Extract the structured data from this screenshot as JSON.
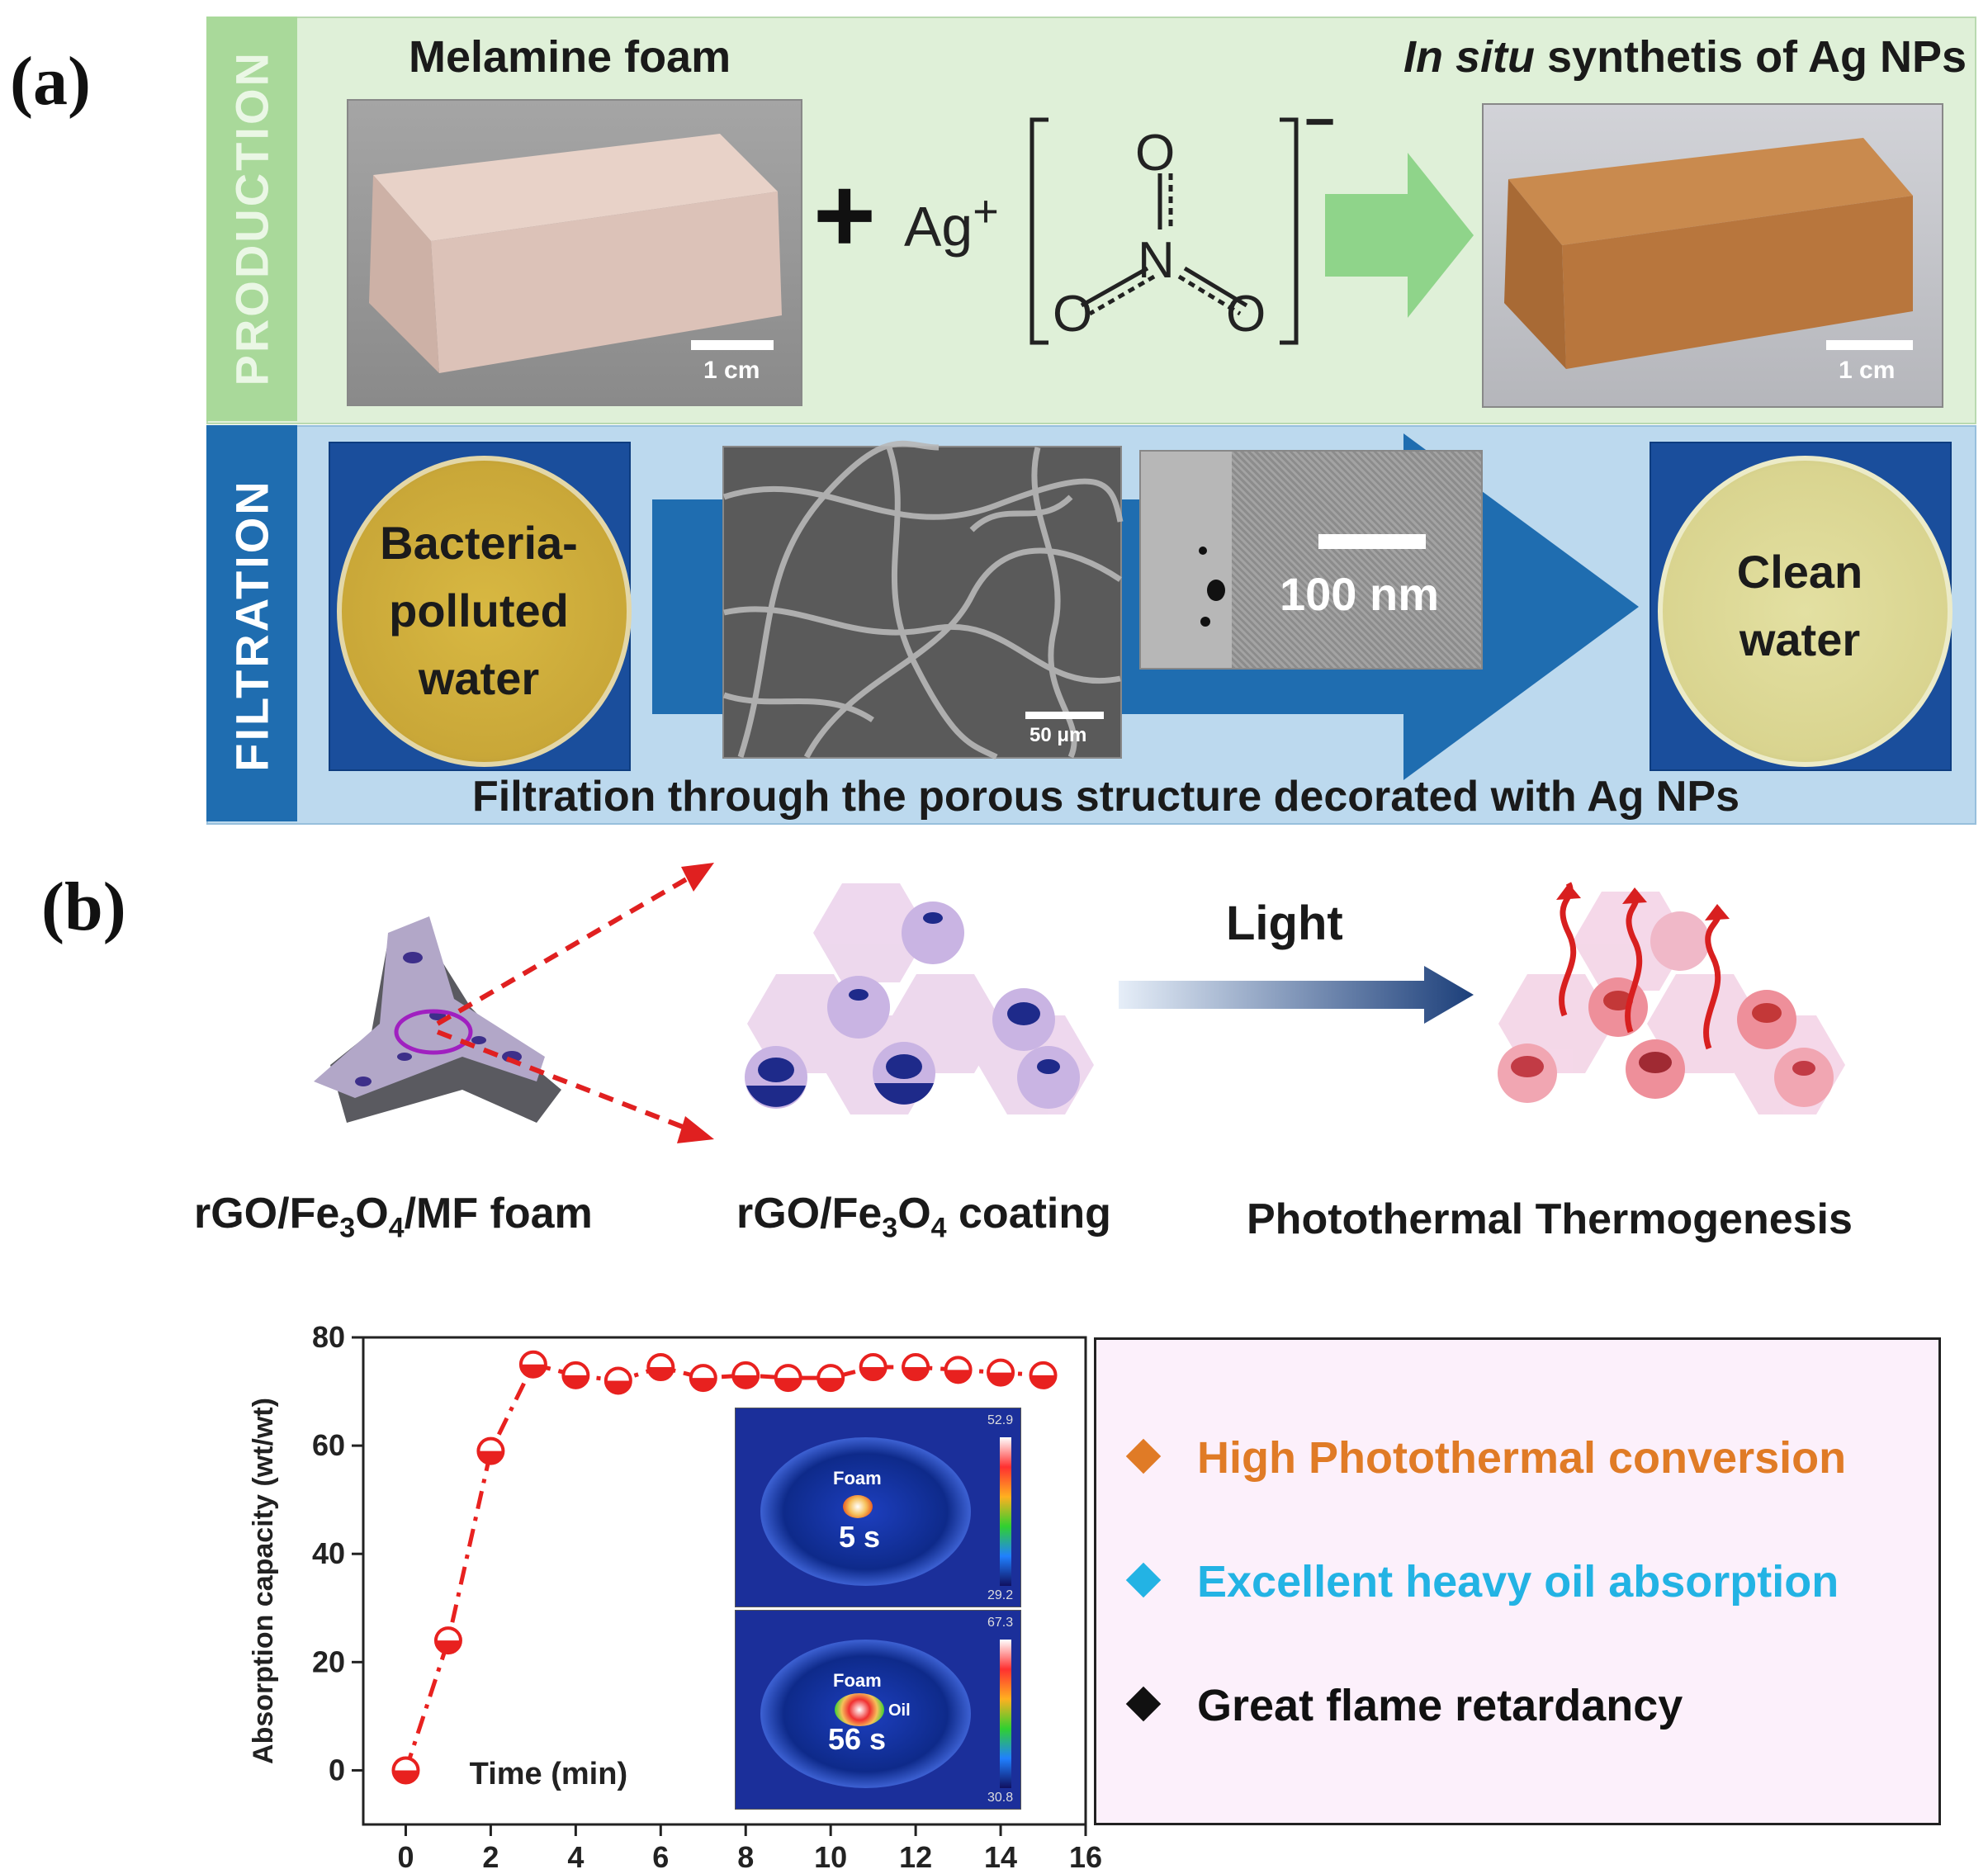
{
  "panel_a": {
    "label": "(a)",
    "production": {
      "side_label": "PRODUCTION",
      "left_title": "Melamine foam",
      "right_title_italic": "In situ",
      "right_title_rest": " synthetis of Ag NPs",
      "plus_sign": "+",
      "ion": "Ag",
      "ion_charge": "+",
      "anion_charge": "−",
      "scale_left": "1 cm",
      "scale_right": "1 cm",
      "colors": {
        "background": "#dff0d8",
        "side": "#a9d99a",
        "arrow": "#8fd48a"
      }
    },
    "filtration": {
      "side_label": "FILTRATION",
      "left_dish_text": "Bacteria-\npolluted\nwater",
      "right_dish_text": "Clean\nwater",
      "sem_scale": "50 μm",
      "tem_scale": "100 nm",
      "caption": "Filtration through the porous structure decorated with Ag NPs",
      "colors": {
        "background": "#bcd9ee",
        "side": "#1f6db0",
        "arrow": "#1f6db0"
      }
    }
  },
  "panel_b": {
    "label": "(b)",
    "light_label": "Light",
    "captions": {
      "foam_prefix": "rGO/Fe",
      "foam_sub1": "3",
      "foam_mid": "O",
      "foam_sub2": "4",
      "foam_suffix": "/MF foam",
      "coating_prefix": "rGO/Fe",
      "coating_sub1": "3",
      "coating_mid": "O",
      "coating_sub2": "4",
      "coating_suffix": " coating",
      "thermo": "Photothermal Thermogenesis"
    },
    "thermal_insets": [
      {
        "label_foam": "Foam",
        "time": "5 s",
        "max_reading": "52.9",
        "min_reading": "29.2"
      },
      {
        "label_foam": "Foam",
        "label_oil": "Oil",
        "time": "56 s",
        "max_reading": "67.3",
        "min_reading": "30.8"
      }
    ],
    "legend": [
      {
        "text": "High Photothermal conversion",
        "color": "#e07b26"
      },
      {
        "text": "Excellent heavy oil absorption",
        "color": "#23b3e4"
      },
      {
        "text": "Great flame retardancy",
        "color": "#111111"
      }
    ]
  },
  "chart_data": {
    "type": "line",
    "x": [
      0,
      1,
      2,
      3,
      4,
      5,
      6,
      7,
      8,
      9,
      10,
      11,
      12,
      13,
      14,
      15
    ],
    "y": [
      0,
      24,
      59,
      75,
      73,
      72,
      74.5,
      72.5,
      73,
      72.5,
      72.5,
      74.5,
      74.5,
      74,
      73.5,
      73
    ],
    "xlabel": "Time (min)",
    "ylabel": "Absorption  capacity (wt/wt)",
    "xlim": [
      -1,
      16
    ],
    "ylim": [
      -10,
      80
    ],
    "xticks": [
      0,
      2,
      4,
      6,
      8,
      10,
      12,
      14,
      16
    ],
    "yticks": [
      0,
      20,
      40,
      60,
      80
    ],
    "marker_color": "#e8211f",
    "line_style": "dash-dot"
  }
}
